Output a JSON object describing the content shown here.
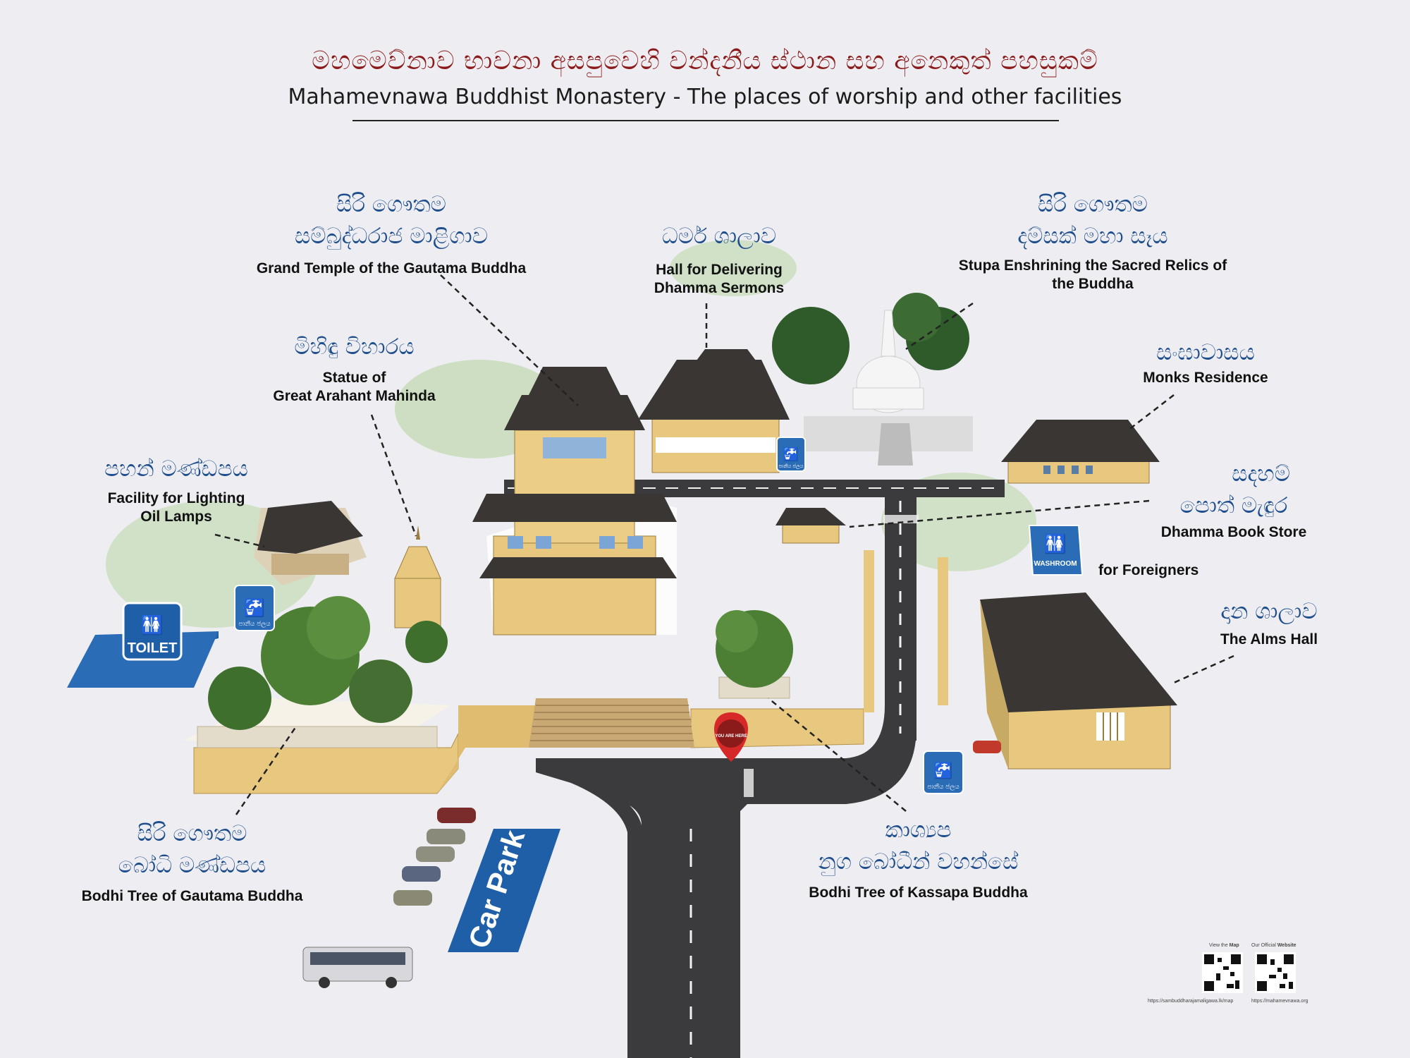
{
  "header": {
    "title_si": "මහමෙව්නාව භාවනා අසපුවෙහි වන්දනීය ස්ථාන සහ අනෙකුත් පහසුකම්",
    "title_en": "Mahamevnawa Buddhist Monastery - The places of worship and other facilities"
  },
  "places": {
    "grand_temple": {
      "si_line1": "සිරි ගෞතම",
      "si_line2": "සම්බුද්ධරාජ මාළිගාව",
      "en": "Grand Temple of the Gautama Buddha"
    },
    "dhamma_hall": {
      "si": "ධර්ම ශාලාව",
      "en_line1": "Hall for Delivering",
      "en_line2": "Dhamma Sermons"
    },
    "stupa": {
      "si_line1": "සිරි ගෞතම",
      "si_line2": "දම්සක් මහා සෑය",
      "en_line1": "Stupa Enshrining the Sacred Relics of",
      "en_line2": "the Buddha"
    },
    "mahinda": {
      "si": "මිහිඳු විහාරය",
      "en_line1": "Statue of",
      "en_line2": "Great Arahant Mahinda"
    },
    "monks_residence": {
      "si": "සංඝාවාසය",
      "en": "Monks Residence"
    },
    "oil_lamps": {
      "si": "පහන් මණ්ඩපය",
      "en_line1": "Facility for Lighting",
      "en_line2": "Oil Lamps"
    },
    "book_store": {
      "si_line1": "සදහම්",
      "si_line2": "පොත් මැඳුර",
      "en": "Dhamma Book Store"
    },
    "alms_hall": {
      "si": "දාන ශාලාව",
      "en": "The Alms Hall"
    },
    "bodhi_gautama": {
      "si_line1": "සිරි ගෞතම",
      "si_line2": "බෝධි මණ්ඩපය",
      "en": "Bodhi Tree of Gautama Buddha"
    },
    "bodhi_kassapa": {
      "si_line1": "කාශ්‍යප",
      "si_line2": "නුග බෝධීන් වහන්සේ",
      "en": "Bodhi Tree of Kassapa Buddha"
    }
  },
  "facilities": {
    "toilet_label": "TOILET",
    "washroom_label": "WASHROOM",
    "for_foreigners": "for Foreigners",
    "water_label": "පානීය ජලය",
    "car_park": "Car Park",
    "you_are_here": "YOU ARE HERE"
  },
  "qr": {
    "map_caption_pre": "View the ",
    "map_caption_bold": "Map",
    "site_caption_pre": "Our Official ",
    "site_caption_bold": "Website",
    "map_url": "https://sambuddharajamaligawa.lk/map",
    "site_url": "https://mahamevnawa.org"
  },
  "colors": {
    "title_red": "#8b1a1a",
    "label_blue": "#1f4e8c",
    "sign_blue": "#1f5fa8",
    "wall_yellow": "#e8c77e",
    "roof_dark": "#3a3633",
    "road": "#3b3b3d"
  }
}
